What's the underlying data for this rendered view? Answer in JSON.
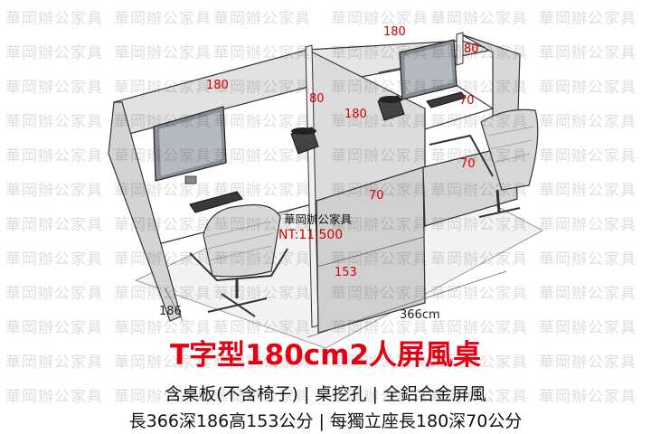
{
  "watermark": "華岡辦公家具",
  "dimensions": {
    "top_width_right": "180",
    "top_width_left": "180",
    "depth_right_top": "80",
    "depth_mid": "80",
    "height_mid": "180",
    "right_70_a": "70",
    "right_70_b": "70",
    "front_70": "70",
    "panel_height": "153",
    "side_depth": "186",
    "total_length": "366cm"
  },
  "brand_label": "華岡辦公家具",
  "price": "NT:11,500",
  "title": "T字型180cm2人屏風桌",
  "subtitle_line1": "含桌板(不含椅子) | 桌挖孔 | 全鋁合金屏風",
  "subtitle_line2": "長366深186高153公分 | 每獨立座長180深70公分",
  "colors": {
    "title": "#e60012",
    "dimension": "#d40000",
    "panel": "#d9d9d9",
    "desk_top": "#ffffff"
  }
}
